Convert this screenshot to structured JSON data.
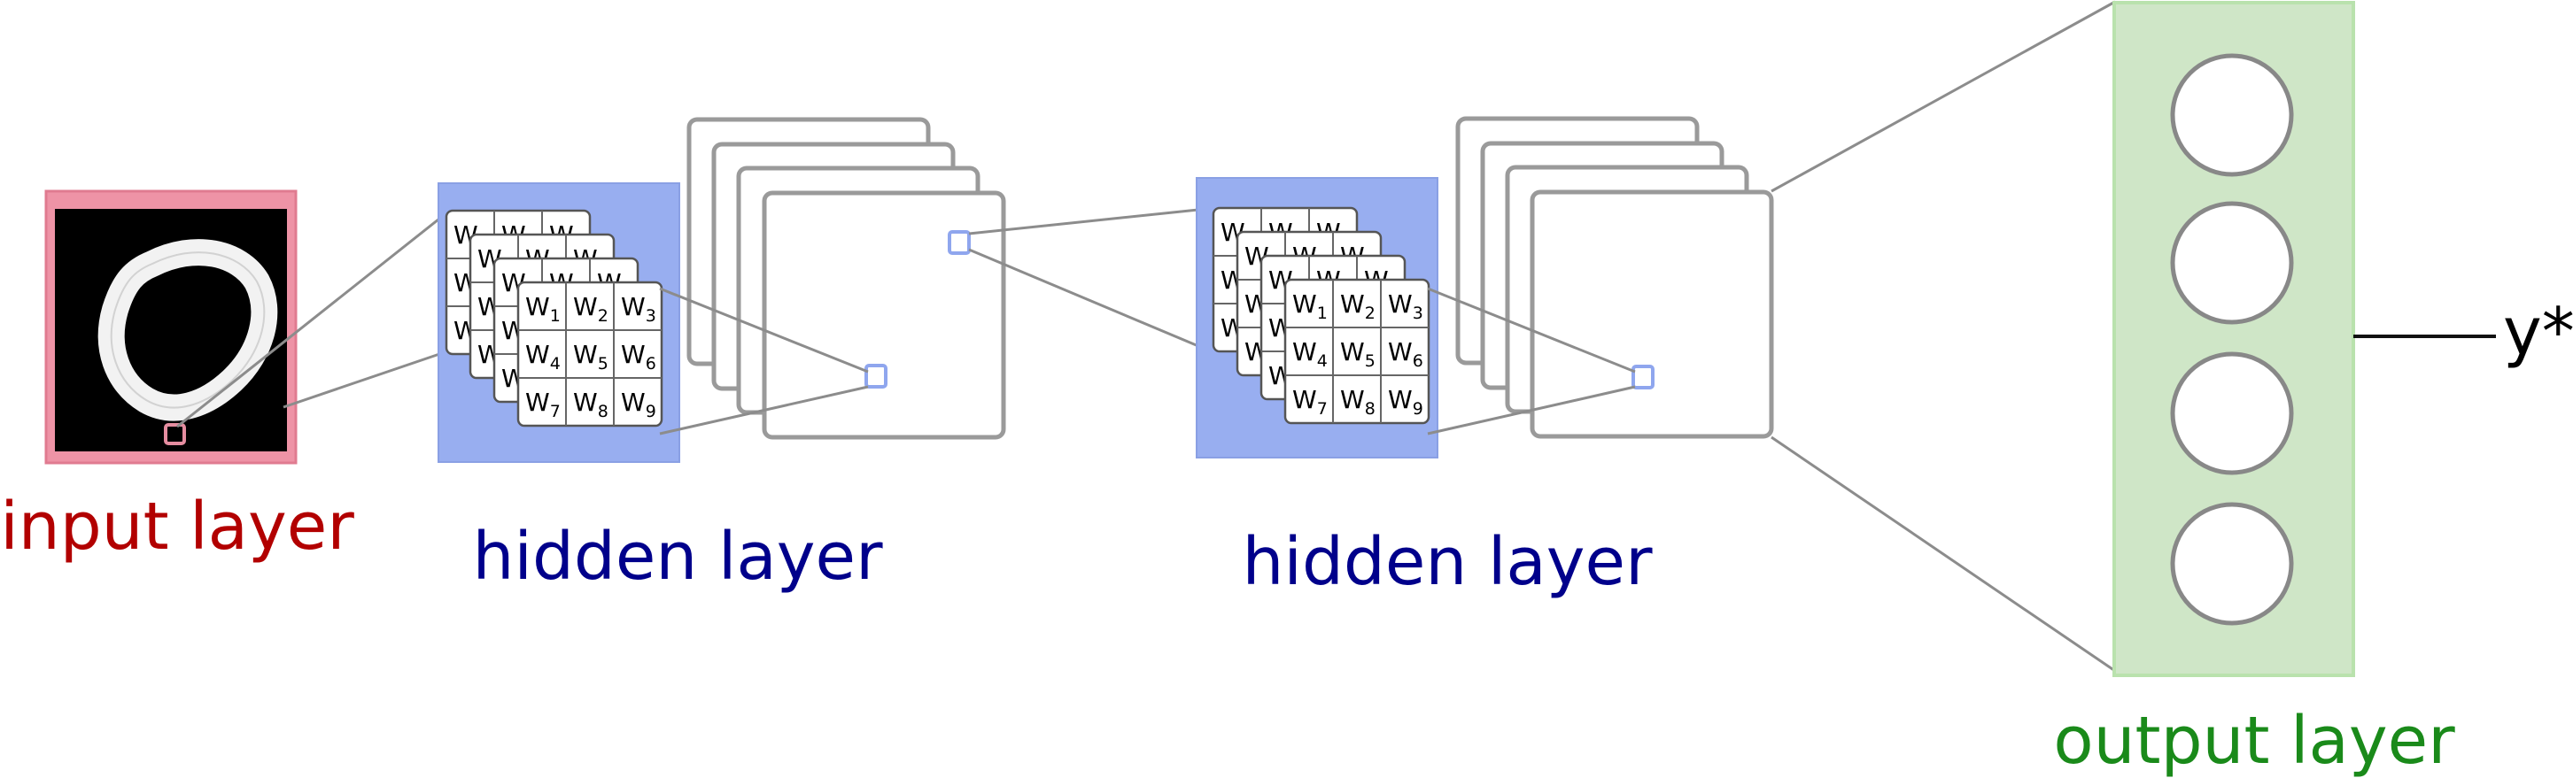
{
  "labels": {
    "input": "input layer",
    "hidden1": "hidden layer",
    "hidden2": "hidden layer",
    "output": "output layer",
    "output_symbol": "y*"
  },
  "kernel": {
    "weights": [
      "W1",
      "W2",
      "W3",
      "W4",
      "W5",
      "W6",
      "W7",
      "W8",
      "W9"
    ],
    "letter": "W",
    "subscripts": [
      "1",
      "2",
      "3",
      "4",
      "5",
      "6",
      "7",
      "8",
      "9"
    ]
  },
  "colors": {
    "input_frame": "#ee93a6",
    "input_label": "#b20000",
    "hidden_bg": "#98aef0",
    "hidden_label": "#00008b",
    "output_bg": "#cfe6c7",
    "output_label": "#1a8a1a",
    "lines": "#8c8c8c"
  },
  "output_neuron_count": 4
}
